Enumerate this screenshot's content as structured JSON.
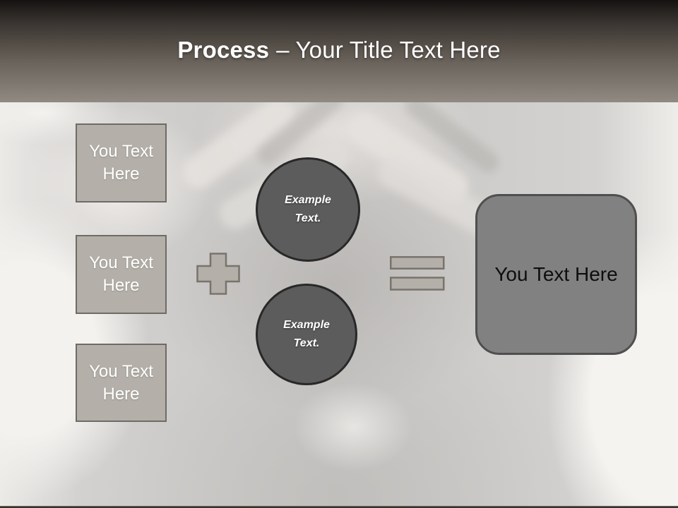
{
  "header": {
    "title_bold": "Process",
    "title_rest": "– Your Title Text Here"
  },
  "diagram": {
    "inputs": [
      {
        "label": "You Text Here"
      },
      {
        "label": "You Text Here"
      },
      {
        "label": "You Text Here"
      }
    ],
    "examples": [
      {
        "line1": "Example",
        "line2": "Text."
      },
      {
        "line1": "Example",
        "line2": "Text."
      }
    ],
    "operators": {
      "plus": "+",
      "equals": "="
    },
    "result": {
      "label": "You Text Here"
    }
  },
  "colors": {
    "header_top": "#141110",
    "header_bottom": "#918a82",
    "shape_fill": "#b4b0a9",
    "shape_border": "#6e6b66",
    "circle_fill": "#5c5c5c",
    "circle_border": "#282828",
    "result_fill": "#818181",
    "result_border": "#4f4f4f",
    "text_light": "#ffffff",
    "text_dark": "#0e0e0e"
  }
}
